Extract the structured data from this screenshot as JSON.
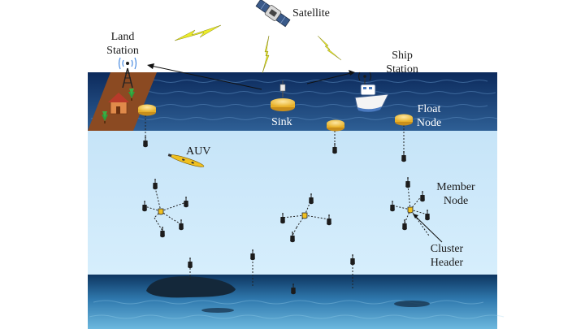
{
  "labels": {
    "satellite": "Satellite",
    "land_station": [
      "Land",
      "Station"
    ],
    "ship_station": [
      "Ship",
      "Station"
    ],
    "sink": "Sink",
    "float_node": [
      "Float",
      "Node"
    ],
    "auv": "AUV",
    "member_node": [
      "Member",
      "Node"
    ],
    "cluster_header": [
      "Cluster",
      "Header"
    ]
  },
  "colors": {
    "sky": "#ffffff",
    "sea_surface_top": "#0c2a5c",
    "sea_surface_bottom": "#2e5f95",
    "water": "#cfe9fb",
    "seabed_top": "#0d3560",
    "seabed_bottom": "#5aa9d3",
    "land": "#8b4a22",
    "buoy": "#f3c341",
    "sensor": "#1c1c1c",
    "lightning": "#e8e82a",
    "auv": "#f0c020"
  },
  "icons": [
    "satellite-icon",
    "radio-tower-icon",
    "house-icon",
    "tree-icon",
    "ship-icon",
    "buoy-icon",
    "sensor-node-icon",
    "auv-icon",
    "lightning-icon",
    "rock-icon"
  ]
}
